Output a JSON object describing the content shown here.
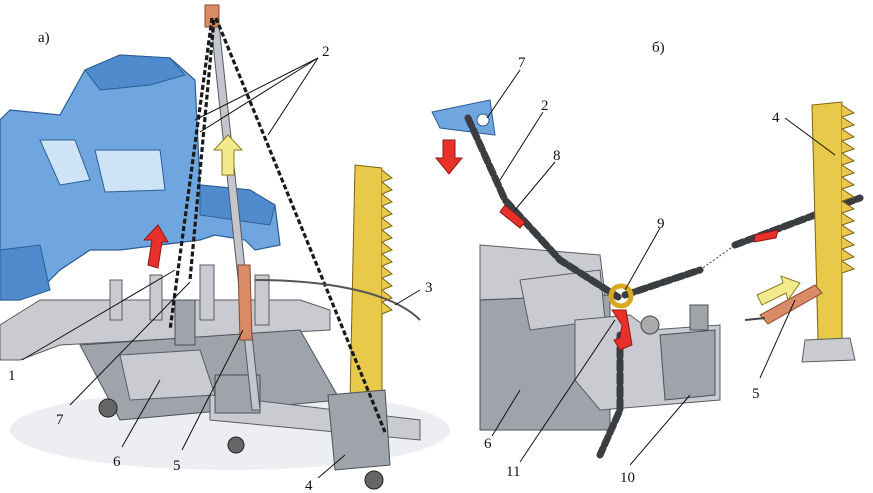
{
  "panels": [
    {
      "id": "a",
      "label": "а)"
    },
    {
      "id": "b",
      "label": "б)"
    }
  ],
  "callouts": {
    "a": [
      "1",
      "2",
      "3",
      "4",
      "5",
      "6",
      "7"
    ],
    "b": [
      "2",
      "4",
      "5",
      "6",
      "7",
      "8",
      "9",
      "10",
      "11"
    ]
  },
  "colors": {
    "car_body": "#6fa6df",
    "frame": "#c9cbd0",
    "rack_tower": "#e9c94a",
    "pull_arrow": "#e8312a",
    "push_arrow": "#f2ea8c",
    "chain": "#1a1a1a",
    "hydraulic_ram": "#d98a66"
  }
}
